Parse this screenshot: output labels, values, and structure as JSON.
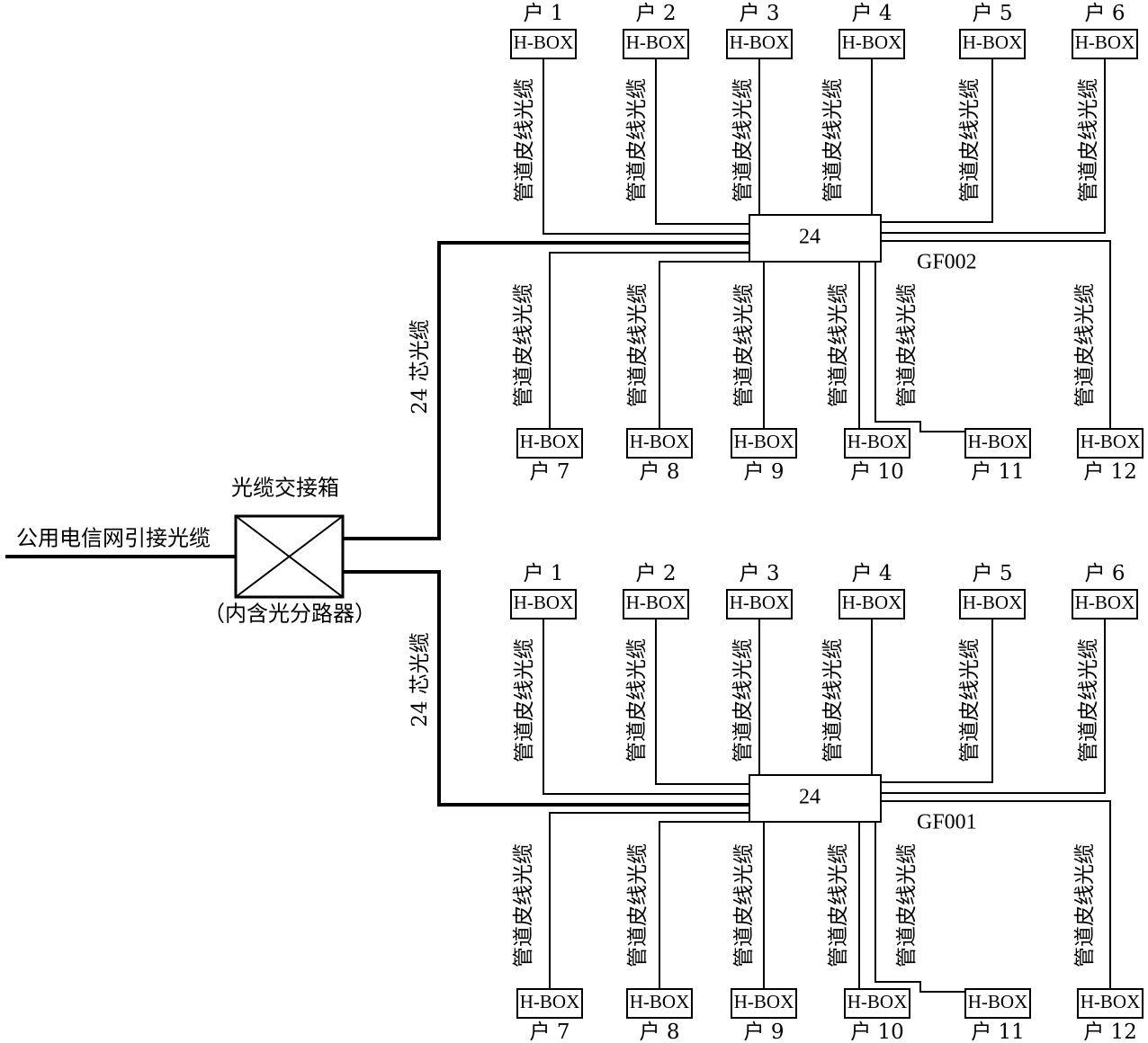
{
  "incoming": {
    "label": "公用电信网引接光缆"
  },
  "cabinet": {
    "title": "光缆交接箱",
    "subtitle": "（内含光分路器）"
  },
  "trunks": [
    {
      "label": "24 芯光缆"
    },
    {
      "label": "24 芯光缆"
    }
  ],
  "cable_label": "管道皮线光缆",
  "box_label": "H-BOX",
  "nodes": [
    {
      "id": "GF002",
      "capacity": "24",
      "houses": [
        "户 1",
        "户 2",
        "户 3",
        "户 4",
        "户 5",
        "户 6",
        "户 7",
        "户 8",
        "户 9",
        "户 10",
        "户 11",
        "户 12"
      ]
    },
    {
      "id": "GF001",
      "capacity": "24",
      "houses": [
        "户 1",
        "户 2",
        "户 3",
        "户 4",
        "户 5",
        "户 6",
        "户 7",
        "户 8",
        "户 9",
        "户 10",
        "户 11",
        "户 12"
      ]
    }
  ]
}
